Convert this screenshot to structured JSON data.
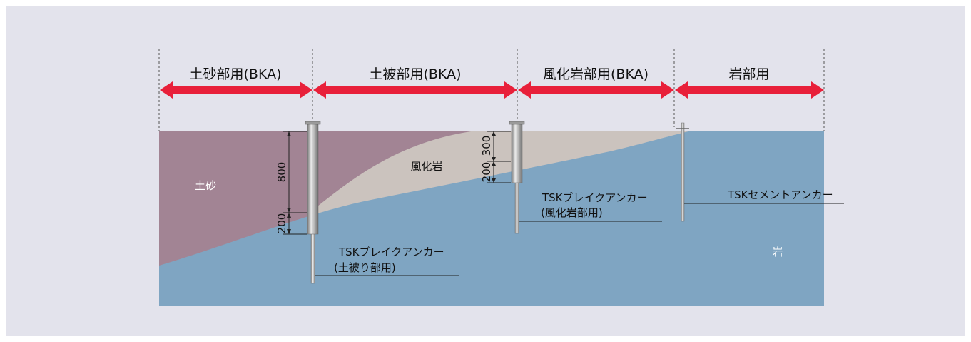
{
  "colors": {
    "panel_bg": "#e3e3ec",
    "soil": "#a28494",
    "weathered_rock": "#cbc3be",
    "rock": "#7fa5c2",
    "arrow": "#e8203a"
  },
  "zones": [
    {
      "label": "土砂部用(BKA)"
    },
    {
      "label": "土被部用(BKA)"
    },
    {
      "label": "風化岩部用(BKA)"
    },
    {
      "label": "岩部用"
    }
  ],
  "layers": {
    "soil": "土砂",
    "weathered_rock": "風化岩",
    "rock": "岩"
  },
  "anchors": [
    {
      "name_line1": "TSKブレイクアンカー",
      "name_line2": "(土被り部用)"
    },
    {
      "name_line1": "TSKブレイクアンカー",
      "name_line2": "(風化岩部用)"
    },
    {
      "name_line1": "TSKセメントアンカー"
    }
  ],
  "dimensions": {
    "a1_upper": "800",
    "a1_lower": "200",
    "a2_upper": "300",
    "a2_lower": "200"
  }
}
